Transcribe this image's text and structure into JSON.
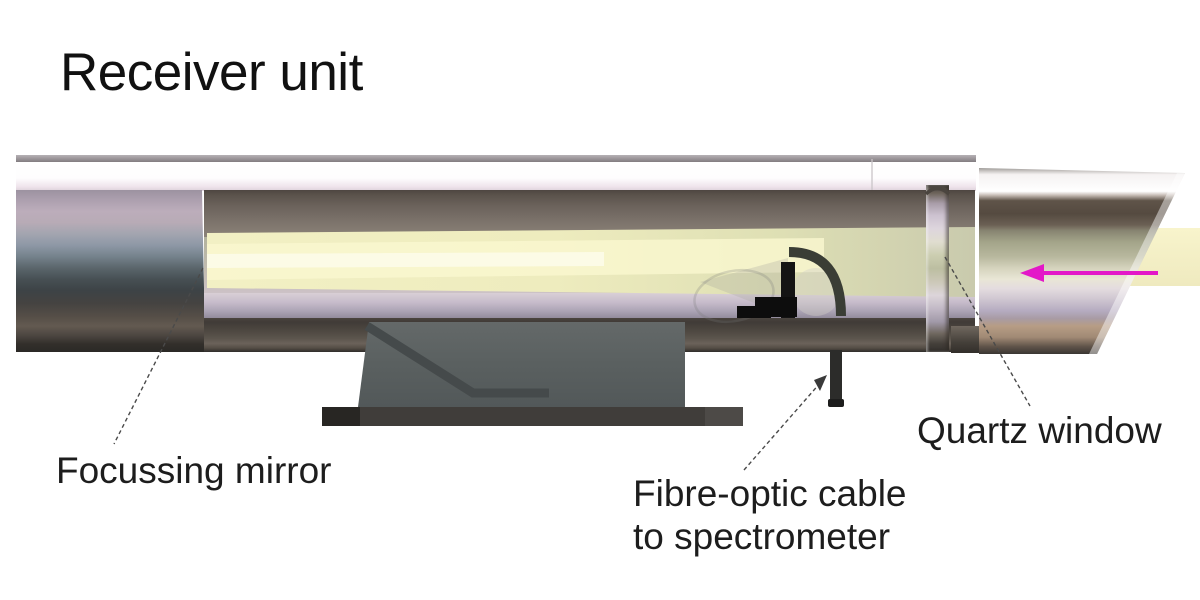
{
  "title": "Receiver unit",
  "labels": {
    "focussing_mirror": "Focussing mirror",
    "fibre_optic_line1": "Fibre-optic cable",
    "fibre_optic_line2": "to spectrometer",
    "quartz_window": "Quartz window"
  },
  "annotations": {
    "incoming_beam_arrow": {
      "direction": "left",
      "color": "#e318c8"
    },
    "leader_lines": [
      {
        "from": "focussing-mirror-label",
        "to": "mirror face at left end of tube"
      },
      {
        "from": "fibre-optic-label",
        "to": "fibre-optic cable below tube",
        "arrowhead": true
      },
      {
        "from": "quartz-window-label",
        "to": "quartz window ring"
      }
    ]
  },
  "colors": {
    "background": "#ffffff",
    "beam_yellow": "#f2f0c4",
    "beam_dim": "#c9caad",
    "arrow_magenta": "#e318c8",
    "pedestal_gray": "#5a6060",
    "tube_lavender": "#c7bccb",
    "tube_dark_wall": "#4e4641",
    "leader_line": "#4a4a4a",
    "text": "#1d1d1d"
  }
}
